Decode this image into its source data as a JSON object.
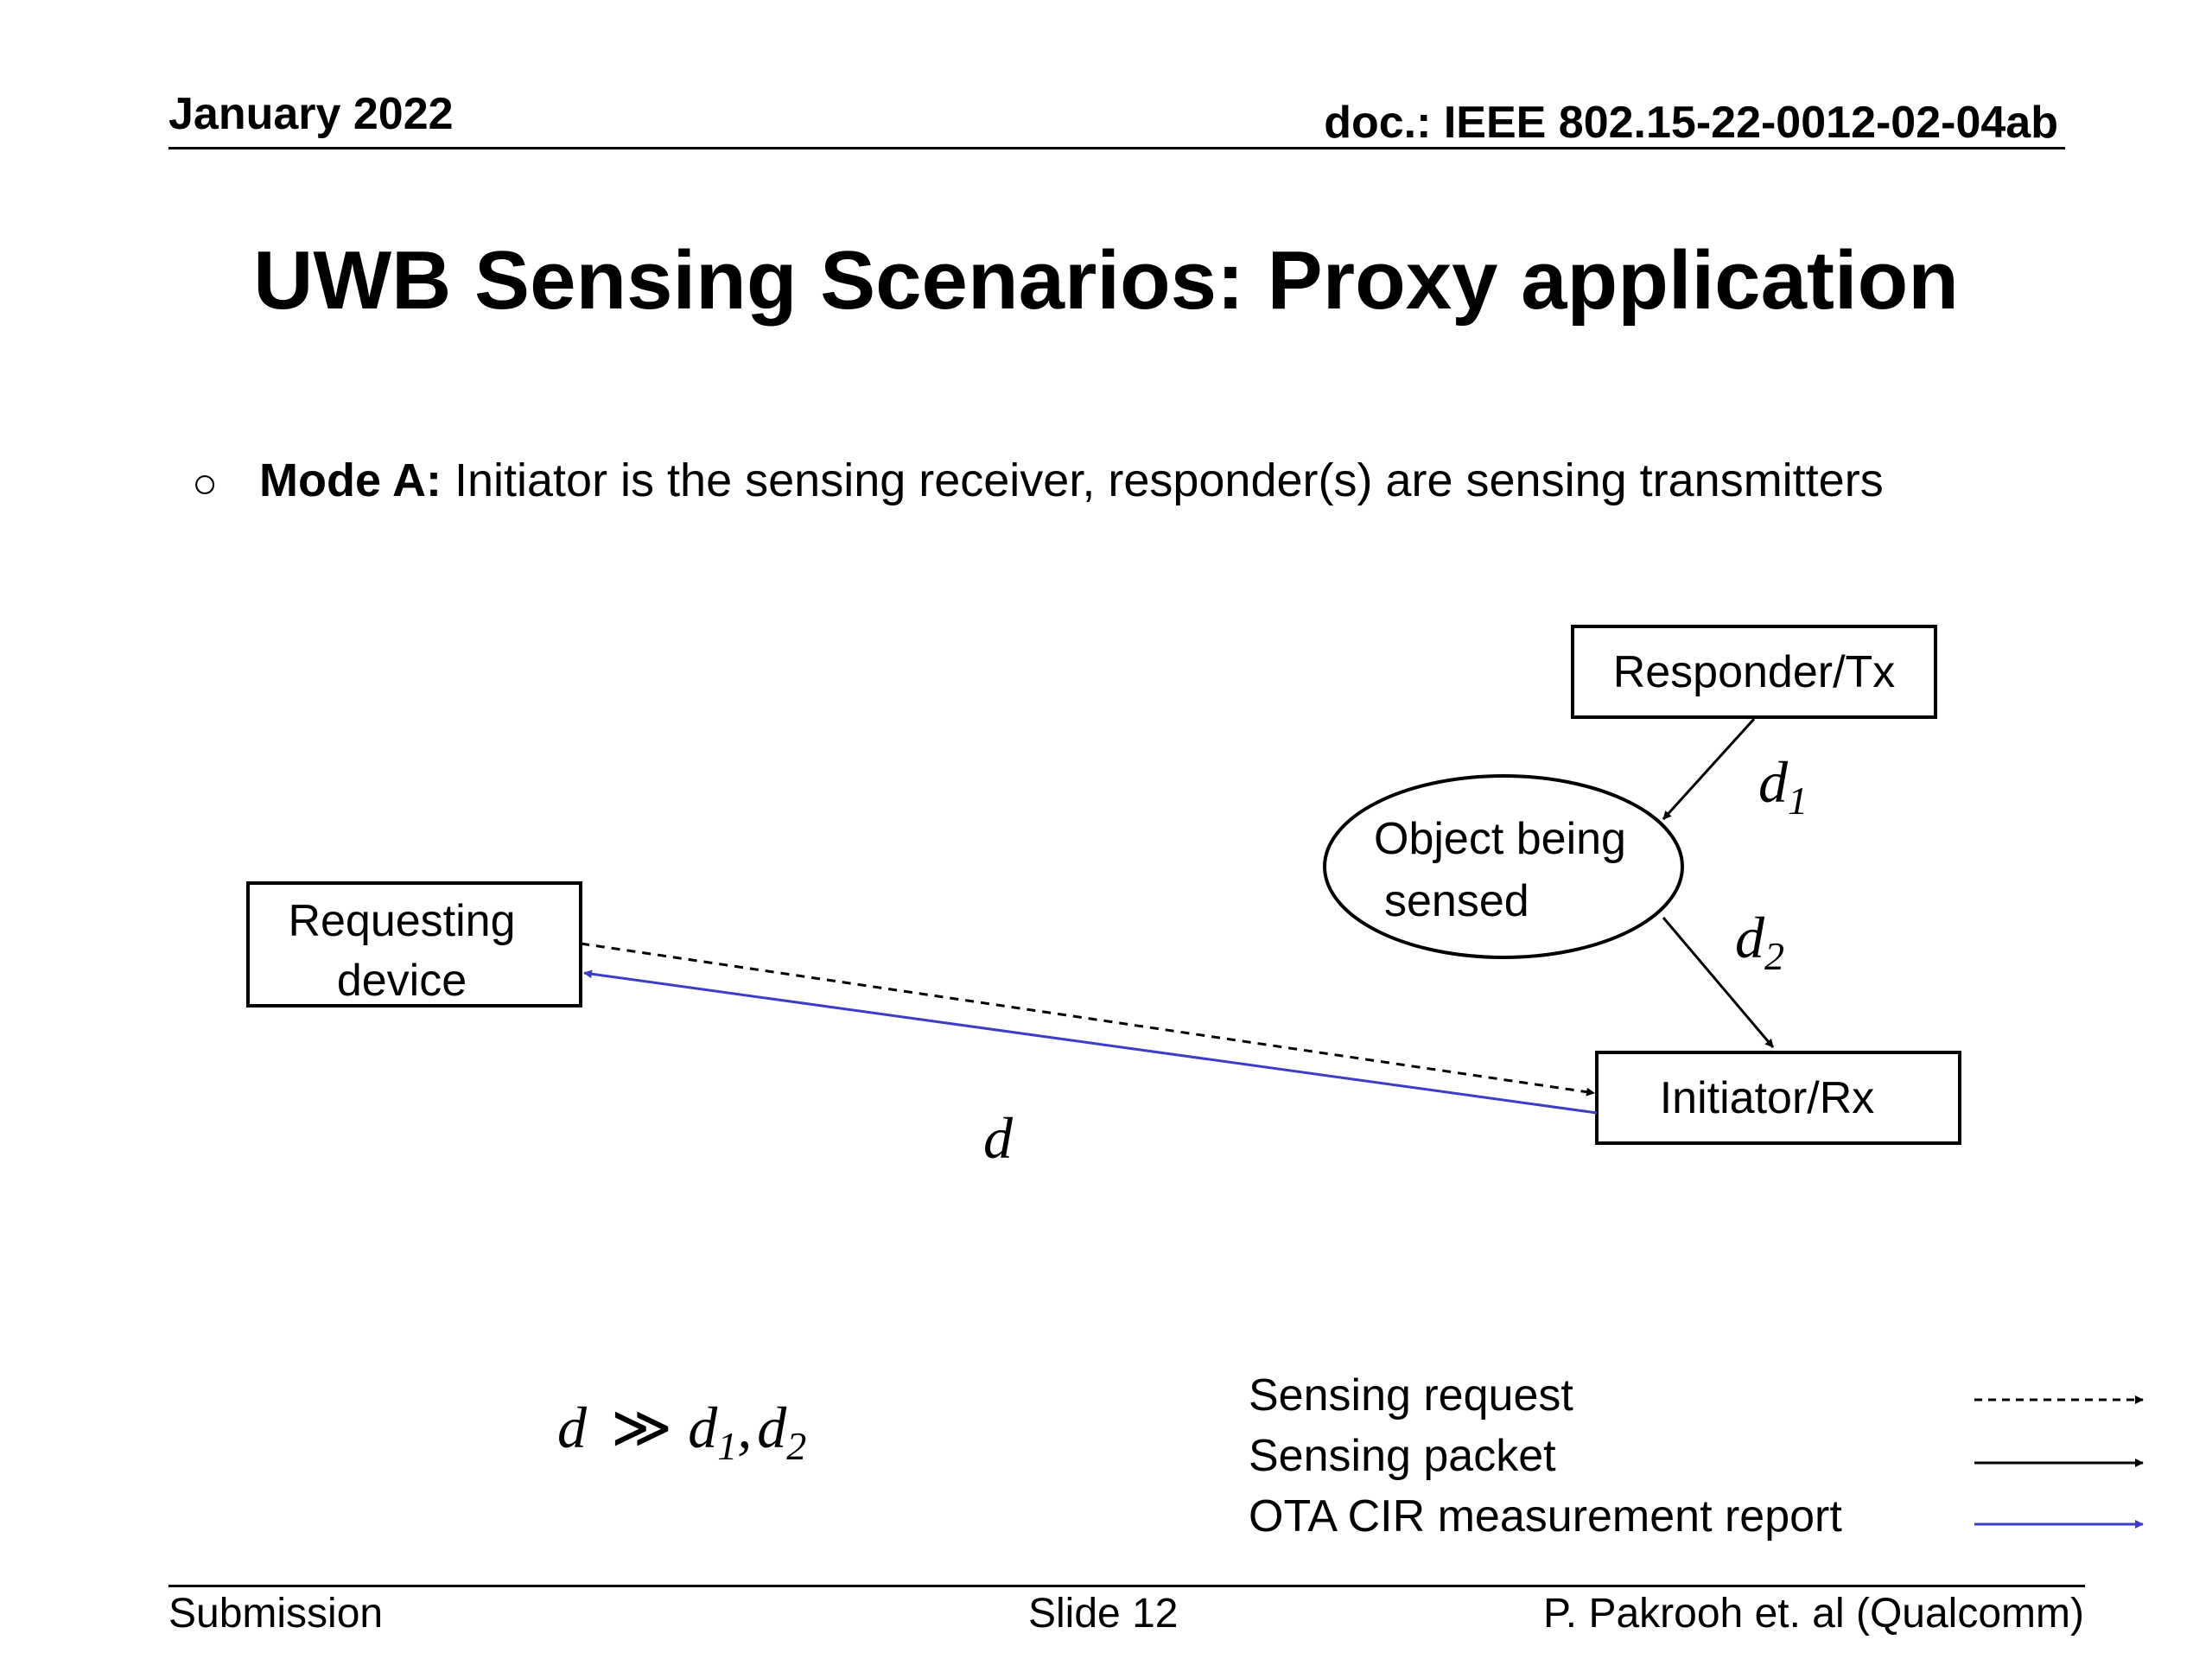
{
  "header": {
    "date": "January 2022",
    "doc": "doc.: IEEE 802.15-22-0012-02-04ab"
  },
  "title": "UWB Sensing Scenarios: Proxy application",
  "bullet": {
    "bold": "Mode A:",
    "text": " Initiator is the sensing receiver, responder(s) are sensing transmitters"
  },
  "diagram": {
    "responder": "Responder/Tx",
    "object_line1": "Object being",
    "object_line2": "sensed",
    "requesting_line1": "Requesting",
    "requesting_line2": "device",
    "initiator": "Initiator/Rx",
    "d1_var": "d",
    "d1_sub": "1",
    "d2_var": "d",
    "d2_sub": "2",
    "d_var": "d",
    "relation": {
      "lhs": "d",
      "op": "≫",
      "v1": "d",
      "s1": "1",
      "comma": ",",
      "v2": "d",
      "s2": "2"
    }
  },
  "legend": {
    "request": "Sensing request",
    "packet": "Sensing packet",
    "report": "OTA CIR measurement report",
    "report_color": "#3b3bcc"
  },
  "footer": {
    "left": "Submission",
    "center": "Slide 12",
    "right": "P. Pakrooh et. al (Qualcomm)"
  }
}
